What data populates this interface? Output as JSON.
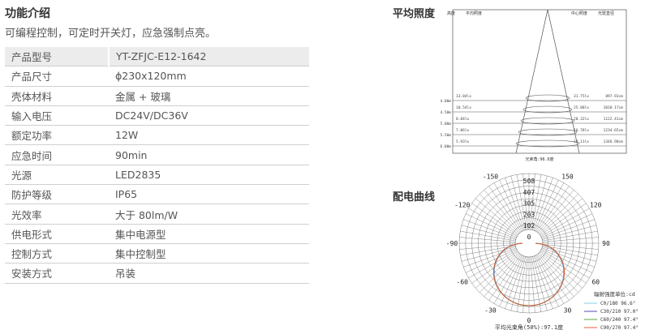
{
  "section_title": "功能介绍",
  "description": "可编程控制，可定时开关灯，应急强制点亮。",
  "specs": [
    {
      "label": "产品型号",
      "value": "YT-ZFJC-E12-1642"
    },
    {
      "label": "产品尺寸",
      "value": "ϕ230x120mm"
    },
    {
      "label": "壳体材料",
      "value": "金属 + 玻璃"
    },
    {
      "label": "输入电压",
      "value": "DC24V/DC36V"
    },
    {
      "label": "额定功率",
      "value": "12W"
    },
    {
      "label": "应急时间",
      "value": "90min"
    },
    {
      "label": "光源",
      "value": "LED2835"
    },
    {
      "label": "防护等级",
      "value": "IP65"
    },
    {
      "label": "光效率",
      "value": "大于 80lm/W"
    },
    {
      "label": "供电形式",
      "value": "集中电源型"
    },
    {
      "label": "控制方式",
      "value": "集中控制型"
    },
    {
      "label": "安装方式",
      "value": "吊装"
    }
  ],
  "illuminance": {
    "title": "平均照度",
    "headers": {
      "height": "高度",
      "avg": "平均照度",
      "center": "中心照度",
      "diameter": "光斑直径"
    },
    "rows": [
      {
        "height": "4.00m",
        "avg": "13.84lx",
        "center": "31.75lx",
        "diameter": "897.93cm"
      },
      {
        "height": "4.50m",
        "avg": "10.54lx",
        "center": "25.08lx",
        "diameter": "1010.17cm"
      },
      {
        "height": "5.00m",
        "avg": "8.84lx",
        "center": "20.32lx",
        "diameter": "1122.41cm"
      },
      {
        "height": "5.50m",
        "avg": "7.06lx",
        "center": "16.78lx",
        "diameter": "1234.65cm"
      },
      {
        "height": "6.00m",
        "avg": "5.93lx",
        "center": "14.11lx",
        "diameter": "1346.90cm"
      }
    ],
    "beam_angle": "光束角:96.6度"
  },
  "polar": {
    "title": "配电曲线",
    "radial_ticks": [
      "0",
      "102",
      "203",
      "305",
      "407",
      "508"
    ],
    "angle_labels": [
      {
        "a": -150,
        "t": "-150"
      },
      {
        "a": 150,
        "t": "150"
      },
      {
        "a": -120,
        "t": "-120"
      },
      {
        "a": 120,
        "t": "120"
      },
      {
        "a": -90,
        "t": "-90"
      },
      {
        "a": 90,
        "t": "90"
      },
      {
        "a": -60,
        "t": "-60"
      },
      {
        "a": 60,
        "t": "60"
      },
      {
        "a": -30,
        "t": "-30"
      },
      {
        "a": 30,
        "t": "30"
      },
      {
        "a": 0,
        "t": "0"
      }
    ],
    "unit_label": "辐射强度单位:cd",
    "legend": [
      {
        "name": "C0/180  96.6°",
        "color": "#7fd3e0"
      },
      {
        "name": "C30/210  97.0°",
        "color": "#4b4fb0"
      },
      {
        "name": "C60/240  97.4°",
        "color": "#5aa83c"
      },
      {
        "name": "C90/270  97.4°",
        "color": "#e0603a"
      }
    ],
    "caption": "平均光束角(50%):97.1度",
    "max_cd": 508
  }
}
